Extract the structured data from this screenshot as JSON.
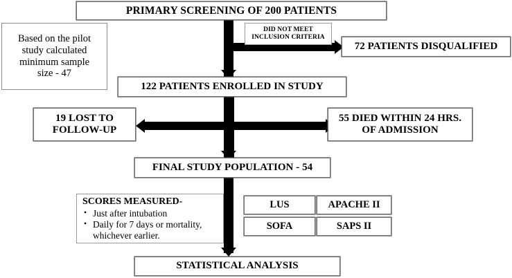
{
  "figure": {
    "kind": "study-flow-diagram",
    "background": "#ffffff",
    "line_color": "#000000",
    "box_border_color": "#8a8a8a"
  },
  "nodes": {
    "primary_screening": "PRIMARY SCREENING OF 200 PATIENTS",
    "pilot_note": {
      "line1": "Based on the pilot",
      "line2": "study calculated",
      "line3": "minimum sample",
      "line4": "size - 47"
    },
    "exclusion_label": {
      "line1": "DID NOT MEET",
      "line2": "INCLUSION CRITERIA"
    },
    "disqualified": "72 PATIENTS DISQUALIFIED",
    "enrolled": "122 PATIENTS ENROLLED IN STUDY",
    "lost_followup": {
      "line1": "19 LOST TO",
      "line2": "FOLLOW-UP"
    },
    "died_24hrs": {
      "line1": "55 DIED WITHIN 24 HRS.",
      "line2": "OF ADMISSION"
    },
    "final_population": "FINAL STUDY POPULATION - 54",
    "scores_measured": {
      "title": "SCORES MEASURED-",
      "bullets": [
        "Just after intubation",
        "Daily for 7 days or mortality, whichever earlier."
      ]
    },
    "scores": {
      "lus": "LUS",
      "apache": "APACHE II",
      "sofa": "SOFA",
      "saps": "SAPS II"
    },
    "statistical_analysis": "STATISTICAL ANALYSIS"
  }
}
